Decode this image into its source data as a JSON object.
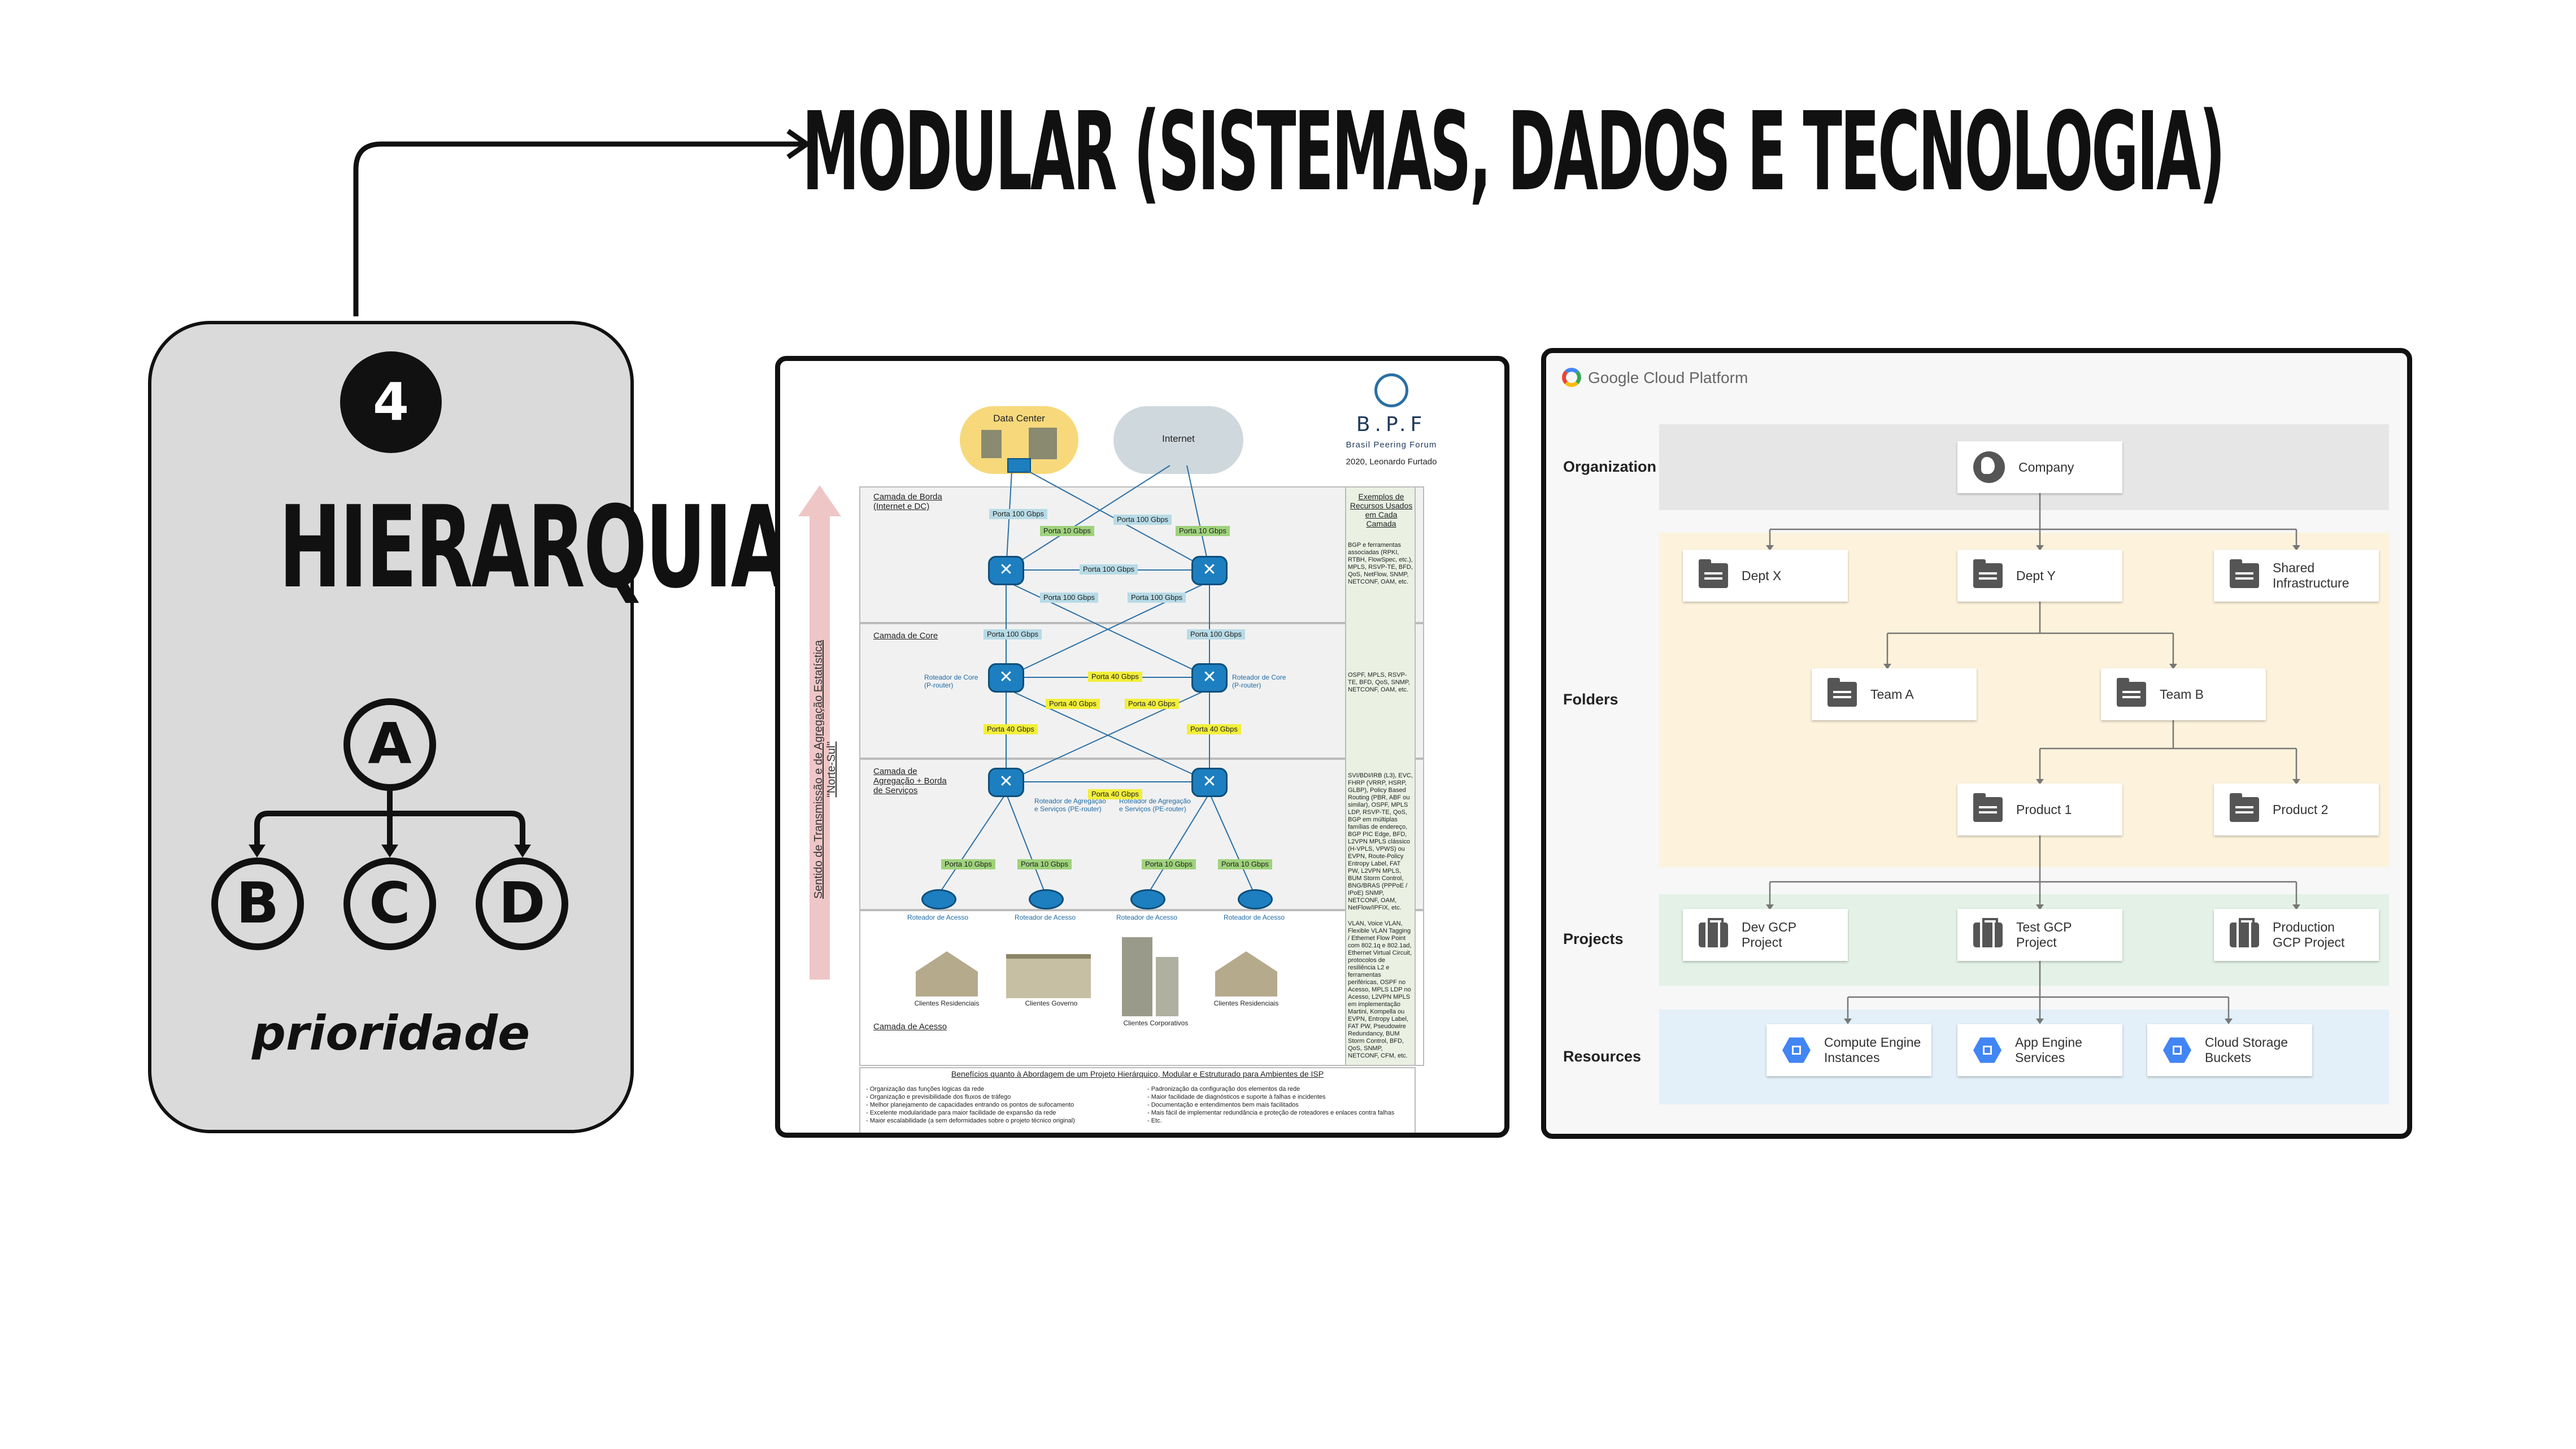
{
  "headline": "MODULAR (SISTEMAS, DADOS E TECNOLOGIA)",
  "card": {
    "number": "4",
    "title": "HIERARQUIA",
    "caption": "prioridade",
    "tree": {
      "root": "A",
      "children": [
        "B",
        "C",
        "D"
      ]
    }
  },
  "bpf": {
    "logo": "B.P.F",
    "logo_sub": "Brasil Peering Forum",
    "author": "2020, Leonardo Furtado",
    "cloud_dc": "Data Center",
    "cloud_internet": "Internet",
    "arrow_text": "Sentido de Transmissão e de Agregação Estatística \"Norte-Sul\"",
    "resources_title": "Exemplos de Recursos Usados em Cada Camada",
    "layers": [
      {
        "title": "Camada de Borda (Internet e DC)",
        "resources": "BGP e ferramentas associadas (RPKI, RTBH, FlowSpec, etc.), MPLS, RSVP-TE, BFD, QoS, NetFlow, SNMP, NETCONF, OAM, etc."
      },
      {
        "title": "Camada de Core",
        "resources": "OSPF, MPLS, RSVP-TE, BFD, QoS, SNMP, NETCONF, OAM, etc."
      },
      {
        "title": "Camada de Agregação + Borda de Serviços",
        "resources": "SVI/BDI/IRB (L3), EVC, FHRP (VRRP, HSRP, GLBP), Policy Based Routing (PBR, ABF ou similar), OSPF, MPLS LDP, RSVP-TE, QoS, BGP em múltiplas famílias de endereço, BGP PIC Edge, BFD, L2VPN MPLS clássico (H-VPLS, VPWS) ou EVPN, Route-Policy Entropy Label, FAT PW, L2VPN MPLS, BUM Storm Control, BNG/BRAS (PPPoE / IPoE) SNMP, NETCONF, OAM, NetFlow/IPFIX, etc."
      },
      {
        "title": "Camada de Acesso",
        "resources": "VLAN, Voice VLAN, Flexible VLAN Tagging / Ethernet Flow Point com 802.1q e 802.1ad, Ethernet Virtual Circuit, protocolos de resiliência L2 e ferramentas periféricas, OSPF no Acesso, MPLS LDP no Acesso, L2VPN MPLS em implementação Martini, Kompella ou EVPN, Entropy Label, FAT PW, Pseudowire Redundancy, BUM Storm Control, BFD, QoS, SNMP, NETCONF, CFM, etc."
      }
    ],
    "ports": {
      "p100": "Porta 100 Gbps",
      "p10": "Porta 10 Gbps",
      "p40": "Porta 40 Gbps"
    },
    "core_router": "Roteador de Core (P-router)",
    "agg_router": "Roteador de Agregação e Serviços (PE-router)",
    "access_router": "Roteador de Acesso",
    "clients": [
      "Clientes Residenciais",
      "Clientes Governo",
      "Clientes Corporativos",
      "Clientes Residenciais"
    ],
    "benefits_title": "Benefícios quanto à Abordagem de um Projeto Hierárquico, Modular e Estruturado para Ambientes de ISP",
    "benefits_left": [
      "- Organização das funções lógicas da rede",
      "- Organização e previsibilidade dos fluxos de tráfego",
      "- Melhor planejamento de capacidades entrando os pontos de sufocamento",
      "- Excelente modularidade para maior facilidade de expansão da rede",
      "- Maior escalabilidade (a sem deformidades sobre o projeto técnico original)"
    ],
    "benefits_right": [
      "- Padronização da configuração dos elementos da rede",
      "- Maior facilidade de diagnósticos e suporte à falhas e incidentes",
      "- Documentação e entendimentos bem mais facilitados",
      "- Mais fácil de implementar redundância e proteção de roteadores e enlaces contra falhas",
      "- Etc."
    ]
  },
  "gcp": {
    "brand_google": "Google",
    "brand_rest": "Cloud Platform",
    "labels": {
      "organization": "Organization",
      "folders": "Folders",
      "projects": "Projects",
      "resources": "Resources"
    },
    "company": "Company",
    "dept_x": "Dept X",
    "dept_y": "Dept Y",
    "shared_1": "Shared",
    "shared_2": "Infrastructure",
    "team_a": "Team A",
    "team_b": "Team B",
    "product_1": "Product 1",
    "product_2": "Product 2",
    "dev_1": "Dev GCP",
    "dev_2": "Project",
    "test_1": "Test GCP",
    "test_2": "Project",
    "prod_1": "Production",
    "prod_2": "GCP Project",
    "res_compute_1": "Compute Engine",
    "res_compute_2": "Instances",
    "res_app_1": "App Engine",
    "res_app_2": "Services",
    "res_storage_1": "Cloud Storage",
    "res_storage_2": "Buckets",
    "colors": {
      "org_band": "#e6e6e6",
      "folder_band": "#fdf3dc",
      "project_band": "#e3f1e6",
      "resource_band": "#e3f0f9",
      "google_blue": "#4285f4"
    }
  }
}
